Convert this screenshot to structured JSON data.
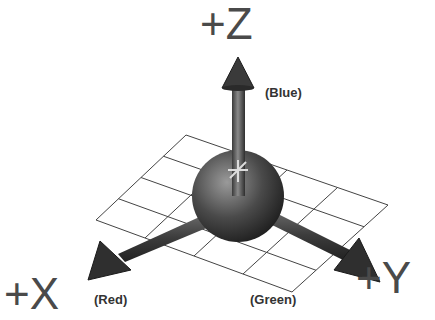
{
  "diagram": {
    "labels": [
      "+Z",
      "(Blue)",
      "+X",
      "(Red)",
      "(Green)",
      "+Y"
    ]
  }
}
